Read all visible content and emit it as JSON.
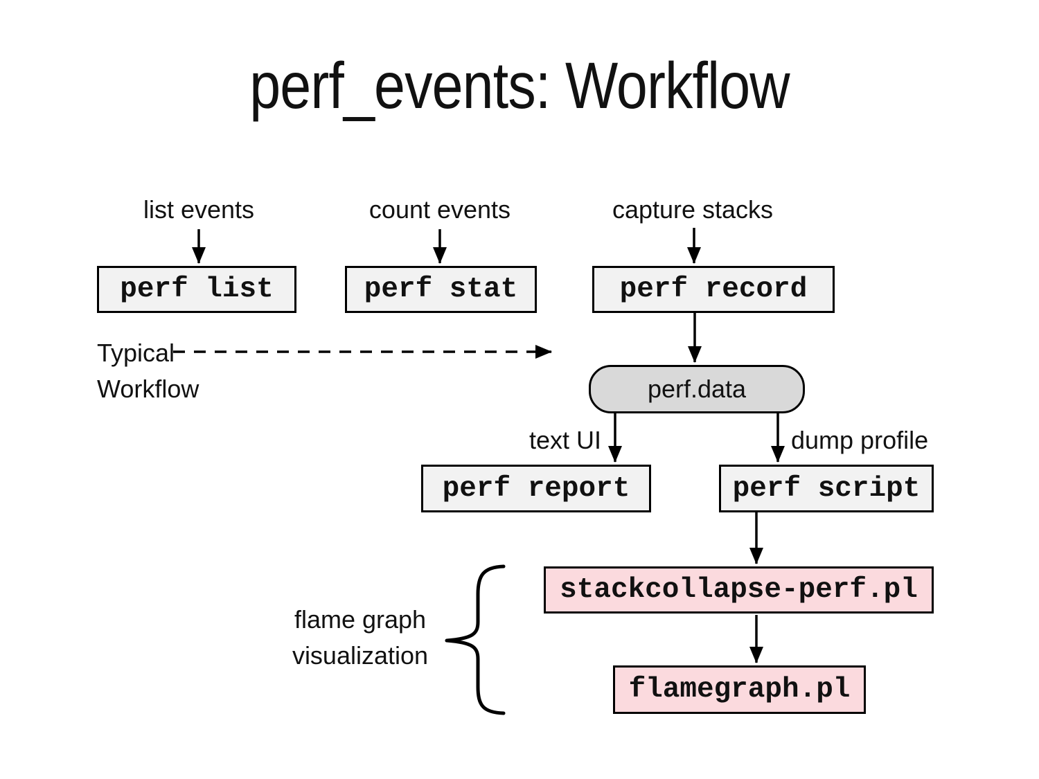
{
  "title": "perf_events: Workflow",
  "labels": {
    "list_events": "list events",
    "count_events": "count events",
    "capture_stacks": "capture stacks",
    "typical_line1": "Typical",
    "typical_line2": "Workflow",
    "text_ui": "text UI",
    "dump_profile": "dump profile",
    "flame_graph_line1": "flame graph",
    "flame_graph_line2": "visualization"
  },
  "nodes": {
    "perf_list": "perf list",
    "perf_stat": "perf stat",
    "perf_record": "perf record",
    "perf_data": "perf.data",
    "perf_report": "perf report",
    "perf_script": "perf script",
    "stackcollapse": "stackcollapse-perf.pl",
    "flamegraph": "flamegraph.pl"
  },
  "colors": {
    "box_fill": "#f2f2f2",
    "data_fill": "#d9d9d9",
    "pink_fill": "#fbdade",
    "stroke": "#000000",
    "text": "#111111"
  }
}
